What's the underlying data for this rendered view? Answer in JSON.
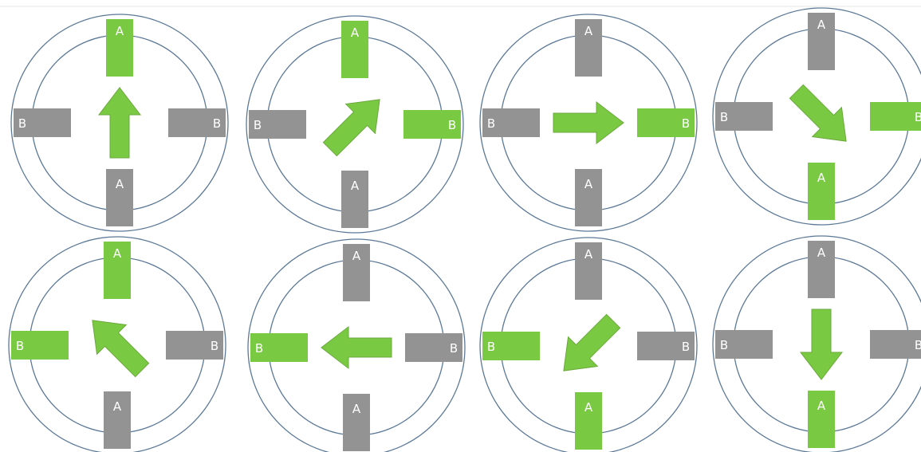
{
  "colors": {
    "active": "#7ac943",
    "inactive": "#939393",
    "ring": "#5b7897",
    "arrow": "#7ac943",
    "label": "#ffffff",
    "background": "#ffffff"
  },
  "labels": {
    "coil_a": "A",
    "coil_b": "B"
  },
  "steps": [
    {
      "energized": [
        "A_top"
      ],
      "arrow_angle_deg": 0
    },
    {
      "energized": [
        "A_top",
        "B_right"
      ],
      "arrow_angle_deg": 45
    },
    {
      "energized": [
        "B_right"
      ],
      "arrow_angle_deg": 90
    },
    {
      "energized": [
        "B_right",
        "A_bottom"
      ],
      "arrow_angle_deg": 135
    },
    {
      "energized": [
        "A_top",
        "B_left"
      ],
      "arrow_angle_deg": -45
    },
    {
      "energized": [
        "B_left"
      ],
      "arrow_angle_deg": -90
    },
    {
      "energized": [
        "B_left",
        "A_bottom"
      ],
      "arrow_angle_deg": -135
    },
    {
      "energized": [
        "A_bottom"
      ],
      "arrow_angle_deg": 180
    }
  ]
}
